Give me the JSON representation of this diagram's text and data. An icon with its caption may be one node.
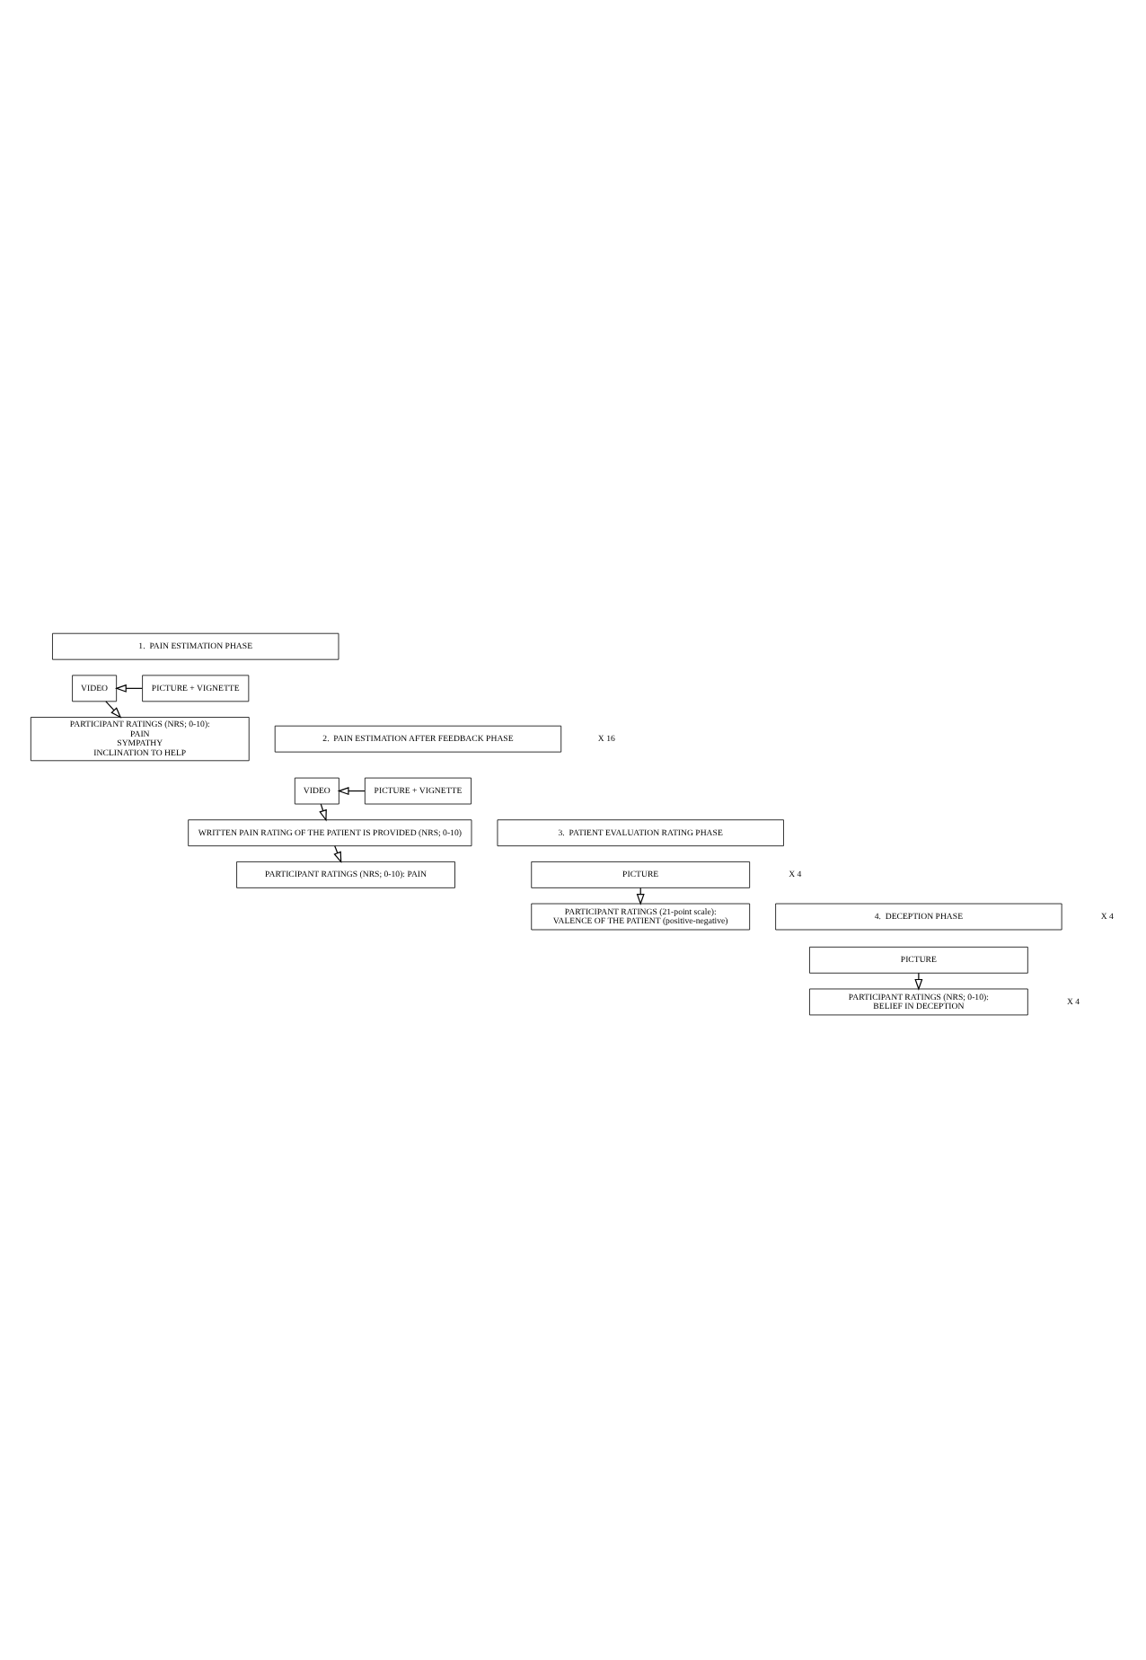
{
  "diagram": {
    "nodes": [
      {
        "text": [
          "1.  PAIN ESTIMATION PHASE"
        ]
      },
      {
        "text": [
          "PICTURE + VIGNETTE"
        ]
      },
      {
        "text": [
          "VIDEO"
        ]
      },
      {
        "text": [
          "PARTICIPANT RATINGS (NRS; 0-10):",
          "PAIN",
          "SYMPATHY",
          "INCLINATION TO HELP"
        ]
      },
      {
        "text": [
          "2.  PAIN ESTIMATION AFTER FEEDBACK PHASE"
        ]
      },
      {
        "text": [
          "PICTURE + VIGNETTE"
        ]
      },
      {
        "text": [
          "VIDEO"
        ]
      },
      {
        "text": [
          "WRITTEN PAIN RATING OF THE PATIENT IS PROVIDED (NRS; 0-10)"
        ]
      },
      {
        "text": [
          "PARTICIPANT RATINGS (NRS; 0-10): PAIN"
        ]
      },
      {
        "text": [
          "3.  PATIENT EVALUATION RATING PHASE"
        ]
      },
      {
        "text": [
          "PICTURE"
        ]
      },
      {
        "text": [
          "PARTICIPANT RATINGS (21-point scale):",
          "VALENCE OF THE PATIENT (positive-negative)"
        ]
      },
      {
        "text": [
          "4.  DECEPTION PHASE"
        ]
      },
      {
        "text": [
          "PICTURE"
        ]
      },
      {
        "text": [
          "PARTICIPANT RATINGS (NRS; 0-10):",
          "BELIEF IN DECEPTION"
        ]
      }
    ],
    "edges": [
      {
        "from": 1,
        "to": 2,
        "arrow": "to"
      },
      {
        "from": 2,
        "to": 3,
        "arrow": "to"
      },
      {
        "from": 5,
        "to": 6,
        "arrow": "to"
      },
      {
        "from": 6,
        "to": 7,
        "arrow": "to"
      },
      {
        "from": 7,
        "to": 8,
        "arrow": "to"
      },
      {
        "from": 10,
        "to": 11,
        "arrow": "to"
      },
      {
        "from": 13,
        "to": 14,
        "arrow": "to"
      }
    ],
    "labels": [
      "X 16",
      "X 4",
      "X 4",
      "X 4"
    ]
  }
}
